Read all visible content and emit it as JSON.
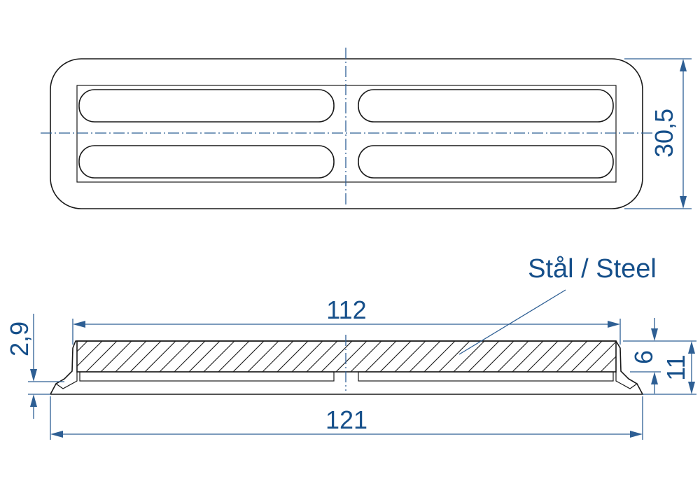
{
  "dimensions": {
    "height_top": "30,5",
    "length_inner": "112",
    "length_outer": "121",
    "lip_height": "2,9",
    "plate_thickness": "6",
    "total_height": "11"
  },
  "material_label": "Stål / Steel",
  "colors": {
    "dimension": "#2e5f94",
    "text": "#154f8a",
    "outline": "#1a1a1a"
  }
}
